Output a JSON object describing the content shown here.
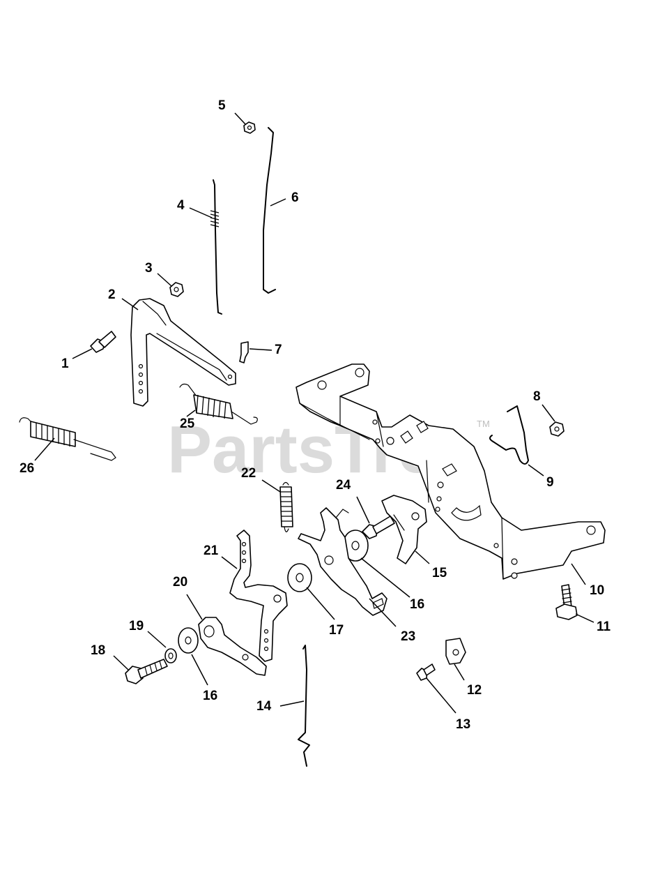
{
  "watermark": {
    "text": "PartsTree",
    "trademark": "TM"
  },
  "callouts": [
    "1",
    "2",
    "3",
    "4",
    "5",
    "6",
    "7",
    "8",
    "9",
    "10",
    "11",
    "12",
    "13",
    "14",
    "15",
    "16",
    "16",
    "17",
    "18",
    "19",
    "20",
    "21",
    "22",
    "23",
    "24",
    "25",
    "26"
  ]
}
